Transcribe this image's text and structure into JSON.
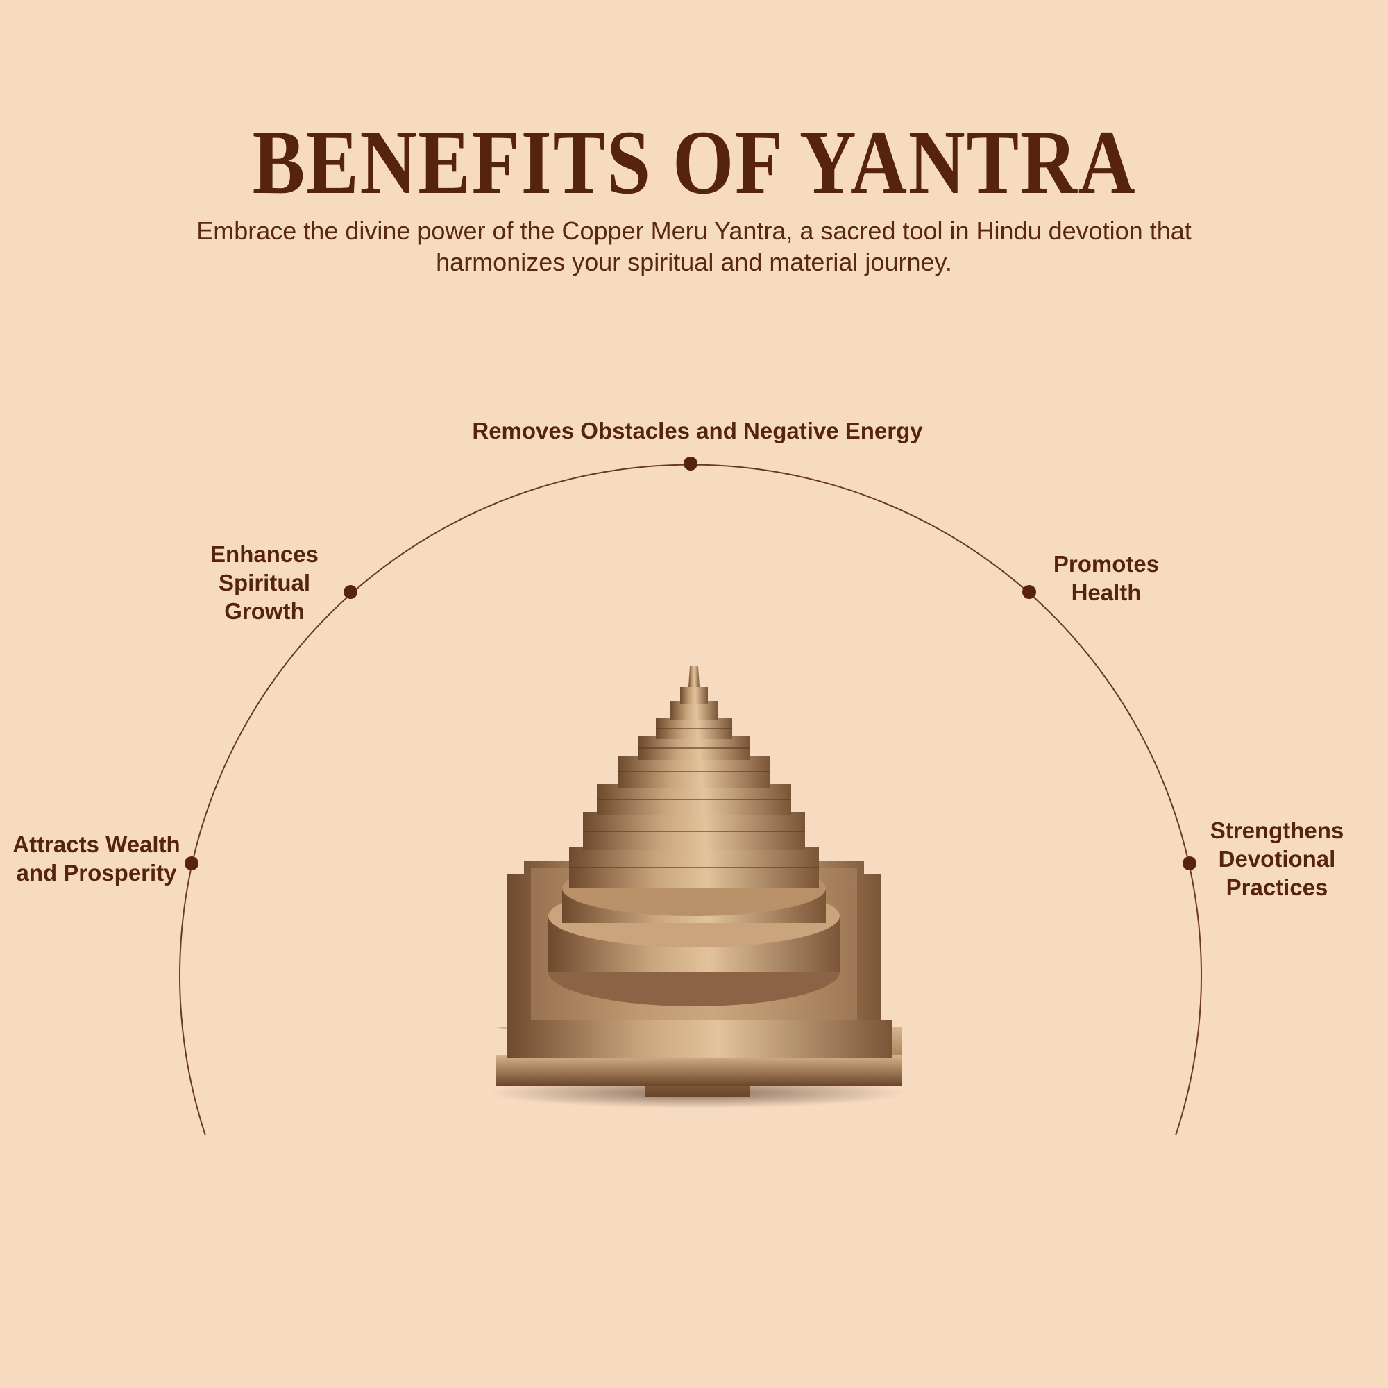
{
  "header": {
    "title": "BENEFITS OF YANTRA",
    "subtitle_line1": "Embrace the divine power of the Copper Meru Yantra, a sacred tool in Hindu devotion that",
    "subtitle_line2": "harmonizes your spiritual and material journey."
  },
  "benefits": [
    {
      "lines": [
        "Removes Obstacles and Negative Energy"
      ]
    },
    {
      "lines": [
        "Enhances",
        "Spiritual",
        "Growth"
      ]
    },
    {
      "lines": [
        "Promotes",
        "Health"
      ]
    },
    {
      "lines": [
        "Attracts Wealth",
        "and Prosperity"
      ]
    },
    {
      "lines": [
        "Strengthens",
        "Devotional",
        "Practices"
      ]
    }
  ],
  "colors": {
    "background": "#f7dbc1",
    "text": "#56230f",
    "arc": "#6b3a26",
    "copper": "#b8926a"
  },
  "image": {
    "icon": "copper-meru-yantra"
  }
}
